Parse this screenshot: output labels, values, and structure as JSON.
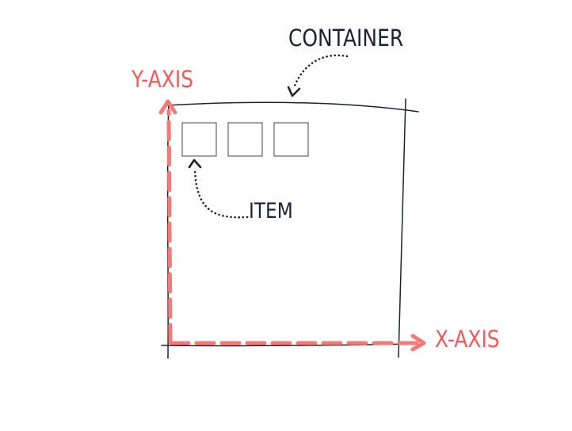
{
  "labels": {
    "container": "CONTAINER",
    "item": "ITEM",
    "y_axis": "Y-AXIS",
    "x_axis": "X-AXIS"
  },
  "colors": {
    "ink": "#1e2230",
    "axis": "#f47a7a",
    "axis_label": "#f05a5a",
    "item_stroke": "#444444"
  },
  "items_count": 3
}
